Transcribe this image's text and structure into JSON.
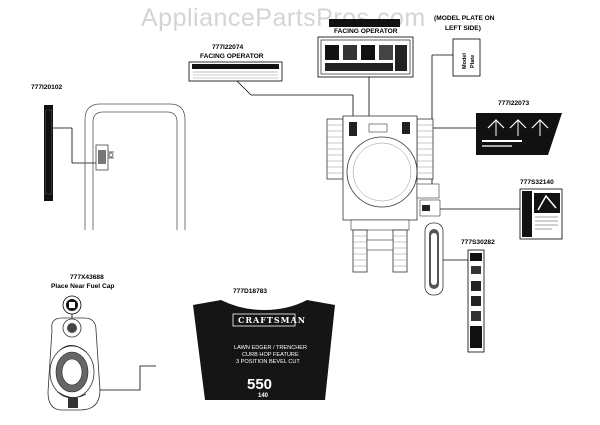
{
  "watermark": "AppliancePartsPros.com",
  "parts": {
    "p120102": {
      "number": "777I20102"
    },
    "p122074": {
      "number": "777I22074",
      "caption": "FACING OPERATOR"
    },
    "p_top": {
      "caption": "FACING OPERATOR"
    },
    "model_note": {
      "line1": "(MODEL PLATE ON",
      "line2": "LEFT SIDE)"
    },
    "model_plate": {
      "line1": "Model",
      "line2": "Plate"
    },
    "p122073": {
      "number": "777I22073"
    },
    "p532140": {
      "number": "777S32140"
    },
    "p530282": {
      "number": "777S30282"
    },
    "p43688": {
      "number": "777X43688",
      "caption": "Place Near Fuel Cap"
    },
    "p18783": {
      "number": "777D18783",
      "brand": "CRAFTSMAN",
      "line1": "LAWN EDGER / TRENCHER",
      "line2": "CURB HOP FEATURE",
      "line3": "3 POSITION BEVEL CUT",
      "engine": "550",
      "cc": "140"
    }
  }
}
